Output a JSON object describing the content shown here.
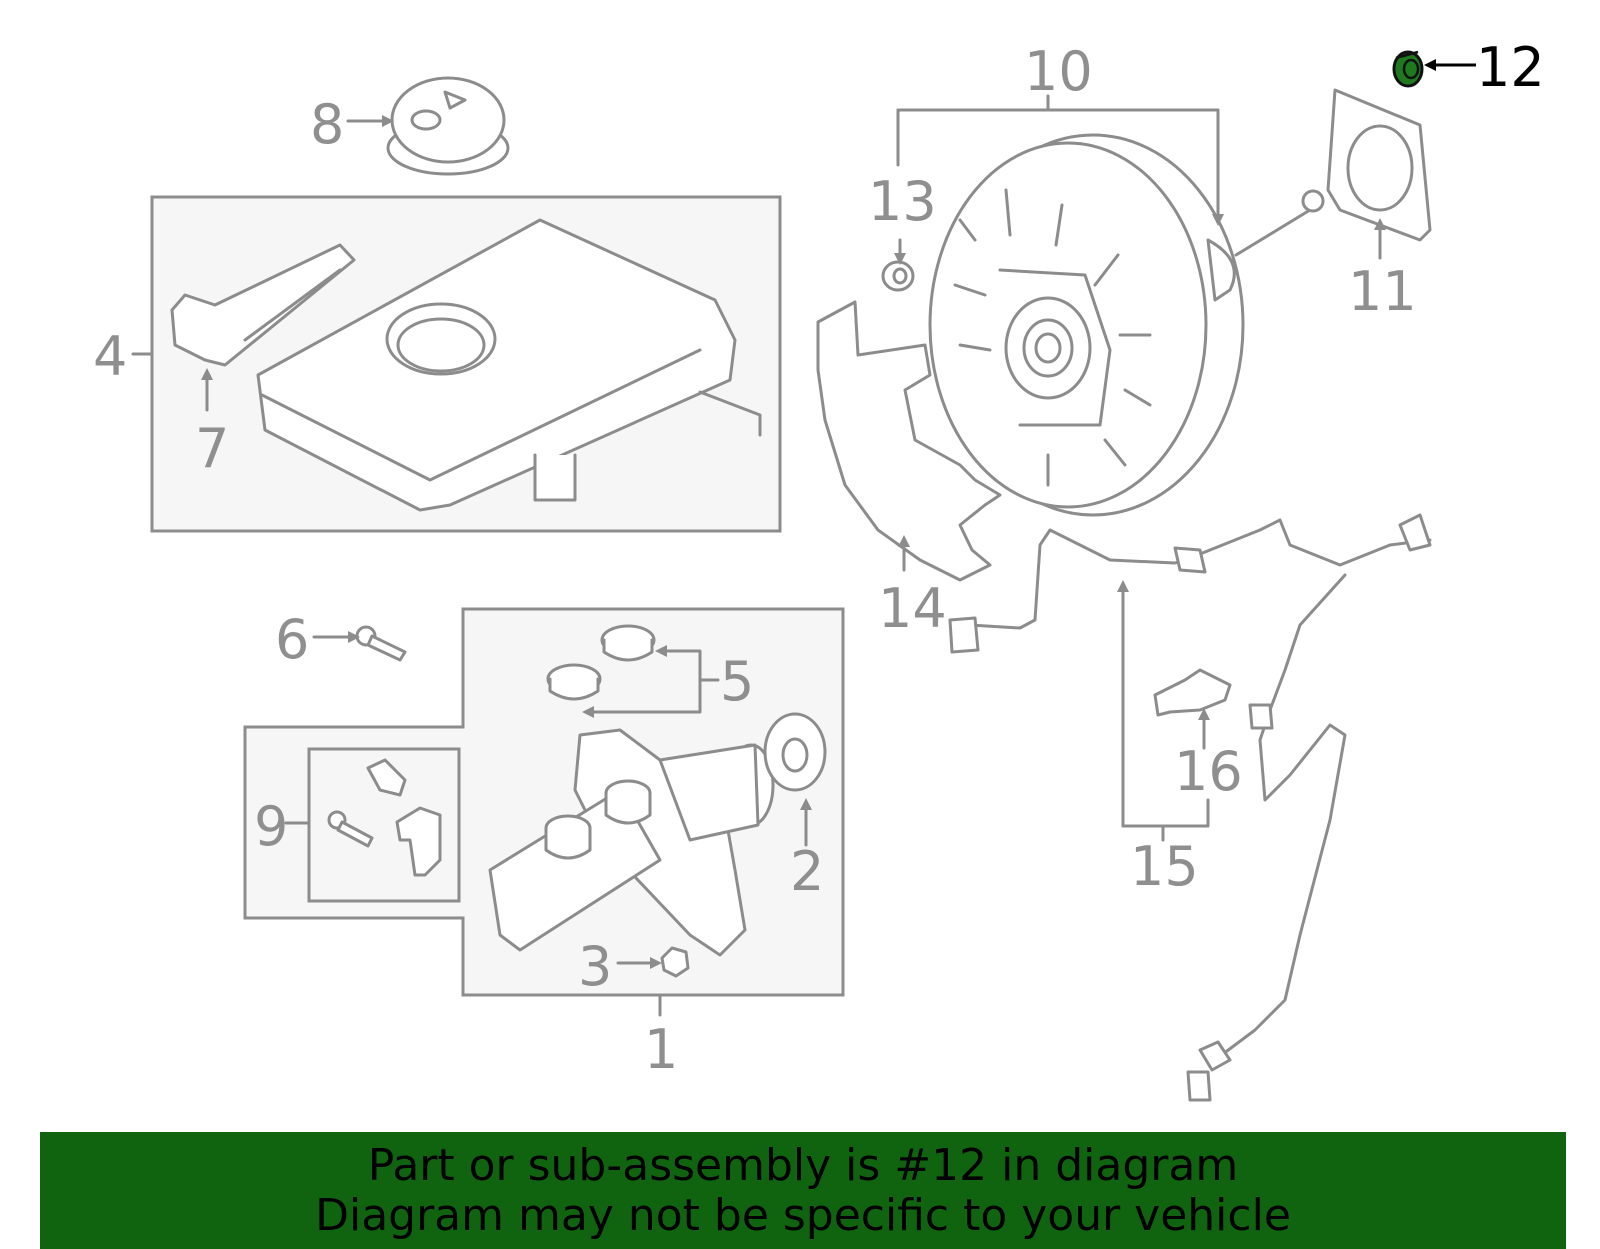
{
  "callouts": {
    "c1": "1",
    "c2": "2",
    "c3": "3",
    "c4": "4",
    "c5": "5",
    "c6": "6",
    "c7": "7",
    "c8": "8",
    "c9": "9",
    "c10": "10",
    "c11": "11",
    "c12": "12",
    "c13": "13",
    "c14": "14",
    "c15": "15",
    "c16": "16"
  },
  "highlighted_part": "12",
  "colors": {
    "banner_bg": "#106410",
    "highlight_part": "#1f7a1f",
    "line": "#8c8c8c"
  },
  "banner": {
    "line1": "Part or sub-assembly is #12 in diagram",
    "line2": "Diagram may not be specific to your vehicle"
  }
}
